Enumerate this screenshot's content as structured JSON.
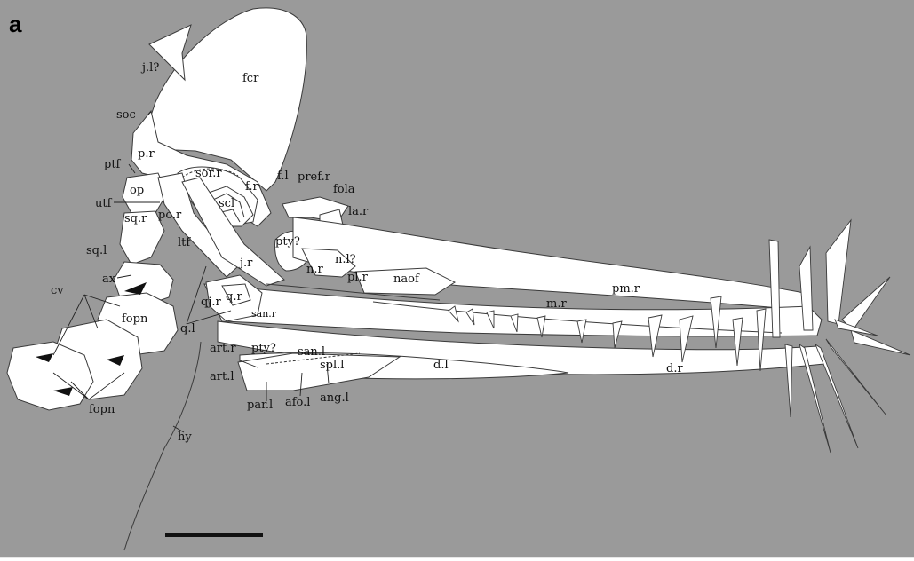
{
  "figure": {
    "panel_letter": "a",
    "background_color": "#9a9a9a",
    "bone_color": "#ffffff",
    "labels": {
      "jl": "j.l?",
      "fcr": "fcr",
      "soc": "soc",
      "pr": "p.r",
      "ptf": "ptf",
      "sorr": "sor.r",
      "fr": "f.r",
      "fl": "f.l",
      "prefr": "pref.r",
      "fola": "fola",
      "op": "op",
      "utf": "utf",
      "sqr": "sq.r",
      "por": "po.r",
      "scl": "scl",
      "lar": "la.r",
      "sql": "sq.l",
      "ltf": "ltf",
      "pty1": "pty?",
      "jr": "j.r",
      "nr": "n.r",
      "nl": "n.l?",
      "ax": "ax",
      "cv": "cv",
      "plr": "pl.r",
      "naof": "naof",
      "pmr": "pm.r",
      "qjr": "qj.r",
      "qr": "q.r",
      "sanr": "san.r",
      "fopn1": "fopn",
      "mr": "m.r",
      "ql": "q.l",
      "artr": "art.r",
      "pty2": "pty?",
      "sanl": "san.l",
      "spll": "spl.l",
      "dl": "d.l",
      "dr": "d.r",
      "artl": "art.l",
      "parl": "par.l",
      "afol": "afo.l",
      "angl": "ang.l",
      "fopn2": "fopn",
      "hy": "hy"
    }
  }
}
